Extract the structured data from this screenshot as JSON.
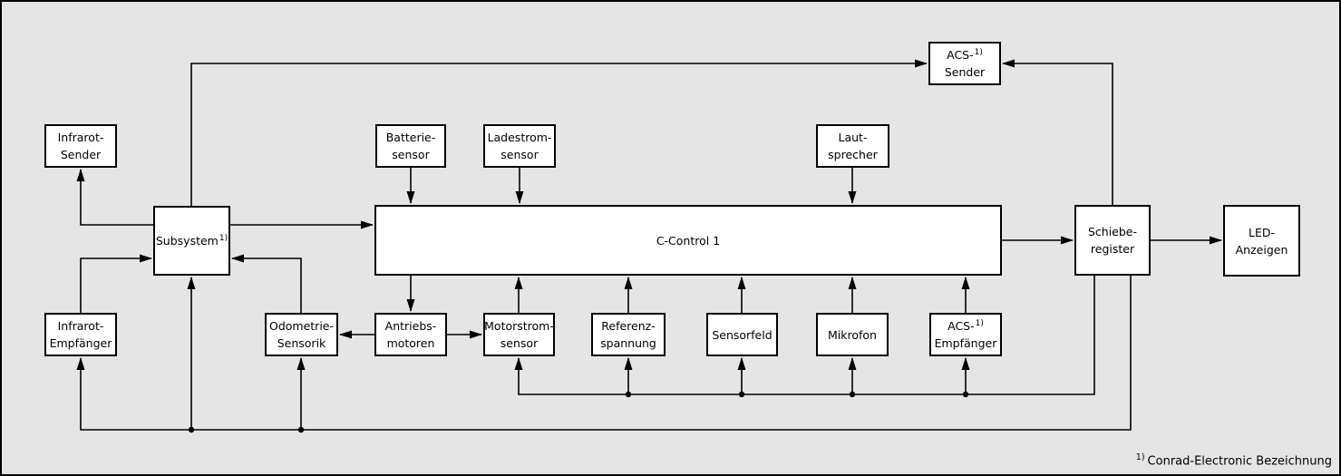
{
  "colors": {
    "background": "#e5e5e5",
    "box_fill": "#ffffff",
    "line": "#000000"
  },
  "blocks": {
    "infrarot_sender": {
      "line1": "Infrarot-",
      "line2": "Sender"
    },
    "subsystem": {
      "line1": "Subsystem",
      "sup": "1)"
    },
    "batterie_sensor": {
      "line1": "Batterie-",
      "line2": "sensor"
    },
    "ladestrom_sensor": {
      "line1": "Ladestrom-",
      "line2": "sensor"
    },
    "laut_sprecher": {
      "line1": "Laut-",
      "line2": "sprecher"
    },
    "acs_sender": {
      "line1": "ACS-",
      "sup": "1)",
      "line2": "Sender"
    },
    "c_control": {
      "line1": "C-Control 1"
    },
    "schiebe_register": {
      "line1": "Schiebe-",
      "line2": "register"
    },
    "led_anzeigen": {
      "line1": "LED-",
      "line2": "Anzeigen"
    },
    "infrarot_empfaenger": {
      "line1": "Infrarot-",
      "line2": "Empfänger"
    },
    "odometrie_sensorik": {
      "line1": "Odometrie-",
      "line2": "Sensorik"
    },
    "antriebs_motoren": {
      "line1": "Antriebs-",
      "line2": "motoren"
    },
    "motorstrom_sensor": {
      "line1": "Motorstrom-",
      "line2": "sensor"
    },
    "referenz_spannung": {
      "line1": "Referenz-",
      "line2": "spannung"
    },
    "sensorfeld": {
      "line1": "Sensorfeld"
    },
    "mikrofon": {
      "line1": "Mikrofon"
    },
    "acs_empfaenger": {
      "line1": "ACS-",
      "sup": "1)",
      "line2": "Empfänger"
    }
  },
  "footnote": {
    "sup": "1)",
    "text": "Conrad-Electronic Bezeichnung"
  }
}
